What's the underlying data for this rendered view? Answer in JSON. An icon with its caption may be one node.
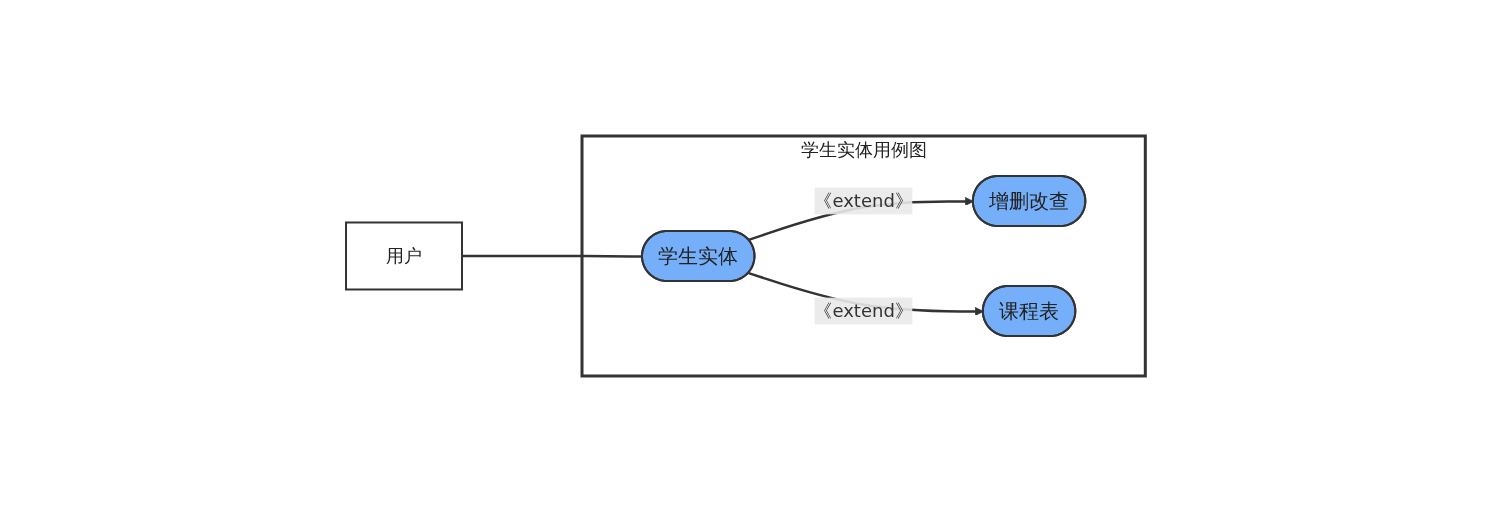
{
  "diagram": {
    "nodes": [
      {
        "text": [
          "用户"
        ]
      },
      {
        "text": [
          "学生实体用例图"
        ]
      },
      {
        "text": [
          "学生实体"
        ],
        "in": 1
      },
      {
        "text": [
          "增删改查"
        ],
        "in": 1
      },
      {
        "text": [
          "课程表"
        ],
        "in": 1
      }
    ],
    "edges": [
      {
        "from": 0,
        "to": 2,
        "arrow": "none"
      },
      {
        "from": 2,
        "to": 3,
        "arrow": "to",
        "label": "《extend》"
      },
      {
        "from": 2,
        "to": 4,
        "arrow": "to",
        "label": "《extend》"
      }
    ]
  }
}
